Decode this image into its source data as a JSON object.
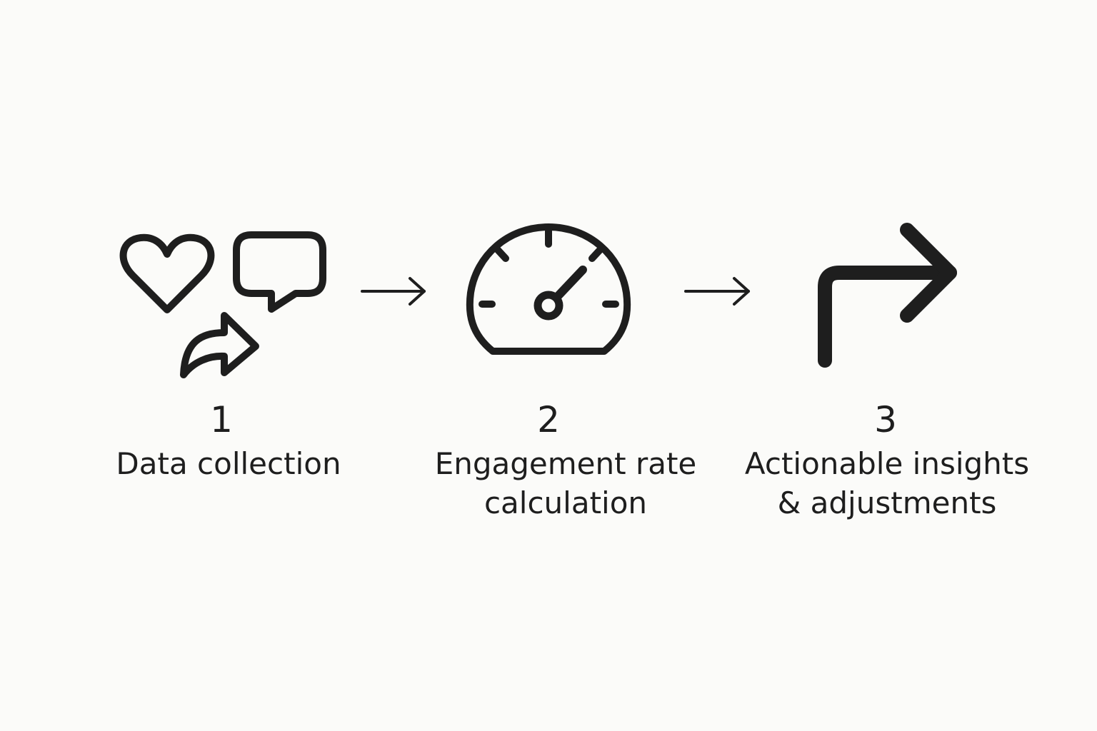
{
  "colors": {
    "background": "#fbfbf9",
    "ink": "#1e1e1e"
  },
  "steps": [
    {
      "number": "1",
      "label_lines": [
        "Data collection"
      ],
      "icons": [
        "heart-icon",
        "speech-bubble-icon",
        "share-arrow-icon"
      ]
    },
    {
      "number": "2",
      "label_lines": [
        "Engagement rate",
        "calculation"
      ],
      "icons": [
        "gauge-icon"
      ]
    },
    {
      "number": "3",
      "label_lines": [
        "Actionable insights",
        "& adjustments"
      ],
      "icons": [
        "turn-right-arrow-icon"
      ]
    }
  ],
  "connectors": [
    "right-arrow-icon",
    "right-arrow-icon"
  ]
}
